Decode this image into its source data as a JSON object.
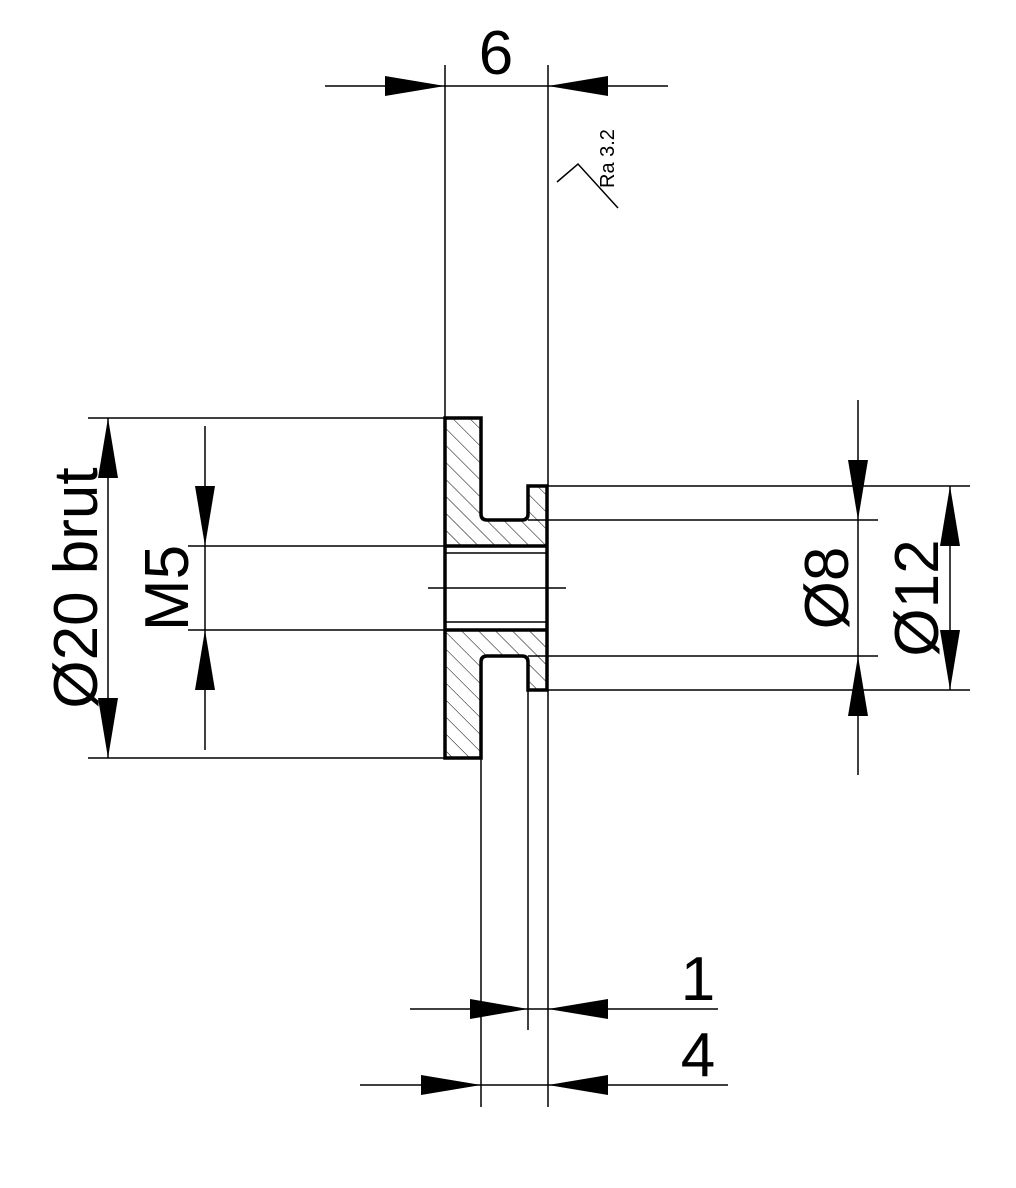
{
  "dimensions": {
    "width_total": "6",
    "thread": "M5",
    "raw_diameter": "Ø20 brut",
    "groove_diameter": "Ø8",
    "hub_diameter": "Ø12",
    "groove_offset": "1",
    "hub_length": "4"
  },
  "surface_finish": "Ra 3.2",
  "colors": {
    "line": "#000000",
    "background": "#ffffff"
  }
}
